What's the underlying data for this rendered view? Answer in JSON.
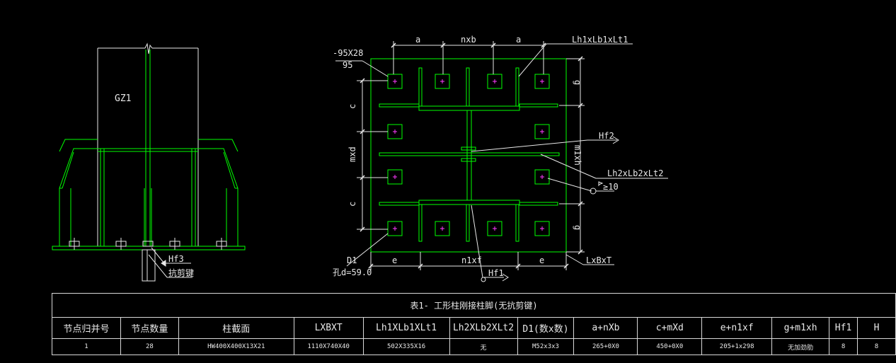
{
  "elevation": {
    "column_label": "GZ1",
    "weld_label": "Hf3",
    "shear_key_label": "抗剪键"
  },
  "plan": {
    "dim_a": "a",
    "dim_nxb": "nxb",
    "dim_c": "c",
    "dim_mxd": "mxd",
    "dim_g": "g",
    "dim_m1xh": "m1xh",
    "dim_e": "e",
    "dim_n1xf": "n1xf",
    "washer_label": "-95X28",
    "washer_sub": "95",
    "stiffener1_label": "Lh1xLb1xLt1",
    "stiffener2_label": "Lh2xLb2xLt2",
    "weld_hf2": "Hf2",
    "weld_hf1": "Hf1",
    "weld_min": "≥10",
    "bolt_label": "D1",
    "hole_label": "孔d=59.0",
    "plate_label": "LxBxT"
  },
  "table": {
    "title": "表1- 工形柱刚接柱脚(无抗剪键)",
    "headers": [
      "节点归并号",
      "节点数量",
      "柱截面",
      "LXBXT",
      "Lh1XLb1XLt1",
      "Lh2XLb2XLt2",
      "D1(数x数)",
      "a+nXb",
      "c+mXd",
      "e+n1xf",
      "g+m1xh",
      "Hf1",
      "H"
    ],
    "rows": [
      [
        "1",
        "28",
        "HW400X400X13X21",
        "1110X740X40",
        "502X335X16",
        "无",
        "M52x3x3",
        "265+0X0",
        "450+0X0",
        "205+1x298",
        "无加劲肋",
        "8",
        "8"
      ]
    ]
  },
  "colors": {
    "steel": "#00ff00",
    "dim": "#e8e8e8",
    "bolt_mark": "#ff3cff"
  }
}
